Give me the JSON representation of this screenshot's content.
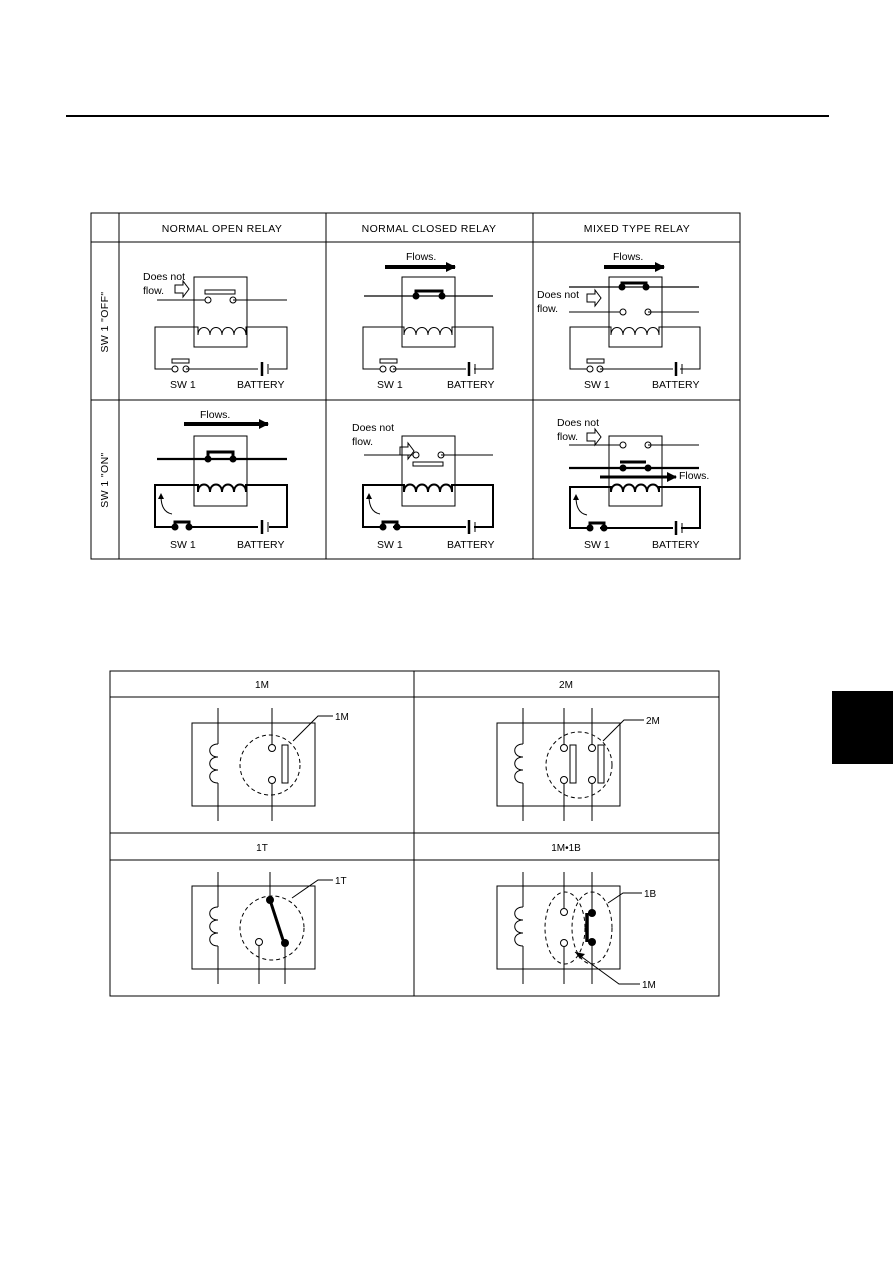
{
  "relay_operation_table": {
    "columns": [
      "NORMAL OPEN RELAY",
      "NORMAL CLOSED RELAY",
      "MIXED TYPE RELAY"
    ],
    "rows": [
      "SW 1 \"OFF\"",
      "SW 1 \"ON\""
    ],
    "labels": {
      "flows": "Flows.",
      "does_not": "Does not",
      "flow": "flow.",
      "switch": "SW 1",
      "battery": "BATTERY"
    }
  },
  "contact_type_table": {
    "headers": [
      "1M",
      "2M",
      "1T",
      "1M•1B"
    ],
    "callouts": {
      "one_m": "1M",
      "two_m": "2M",
      "one_t": "1T",
      "one_b": "1B",
      "mixed_m": "1M"
    }
  }
}
